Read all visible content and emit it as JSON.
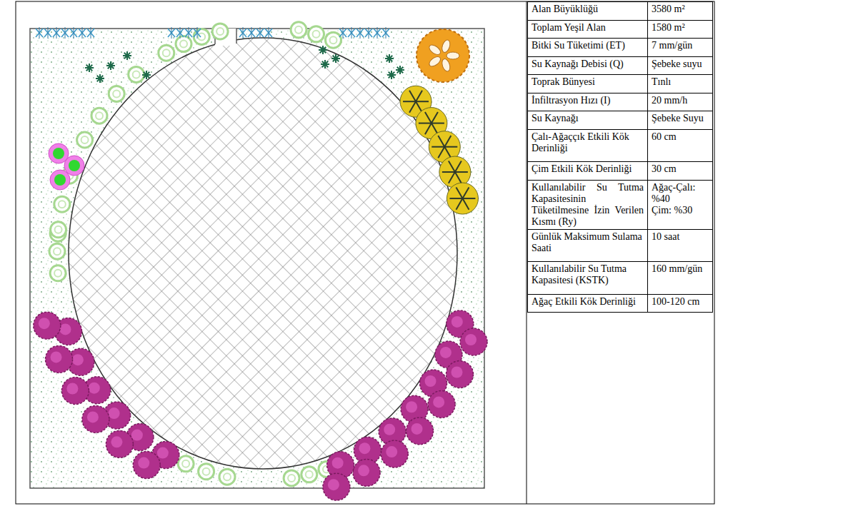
{
  "diagram": {
    "labels": [
      "Alan Büyüklüğü",
      "3580 m²",
      "Toplam Yeşil Alan",
      "1580 m²",
      "Bitki Su Tüketimi (ET)",
      "7 mm/gün",
      "Su Kaynağı Debisi (Q)",
      "Şebeke suyu",
      "Toprak Bünyesi",
      "Tınlı",
      "İnfiltrasyon Hızı (I)",
      "20 mm/h",
      "Su Kaynağı",
      "Şebeke Suyu",
      "Çalı-Ağaççık Etkili Kök Derinliği",
      "60 cm",
      "Çim Etkili Kök Derinliği",
      "30 cm",
      "Kullanılabilir Su Tutma Kapasitesinin Tüketilmesine İzin Verilen Kısmı (Ry)",
      "Ağaç-Çalı: %40",
      "Çim: %30",
      "Günlük Maksimum Sulama Saati",
      "10 saat",
      "Kullanılabilir Su Tutma Kapasitesi (KSTK)",
      "160 mm/gün",
      "Ağaç Etkili Kök Derinliği",
      "100-120 cm"
    ]
  }
}
